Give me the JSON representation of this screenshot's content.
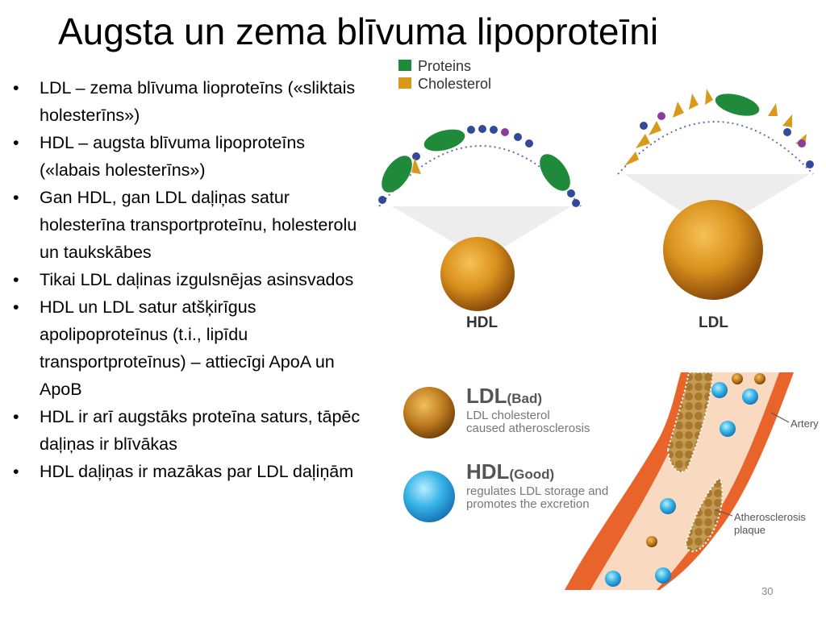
{
  "slide": {
    "title": "Augsta un zema blīvuma lipoproteīni",
    "bullets": [
      "LDL – zema blīvuma lioproteīns («sliktais holesterīns»)",
      "HDL – augsta blīvuma lipoproteīns («labais holesterīns»)",
      "Gan HDL, gan LDL daļiņas satur holesterīna transportproteīnu, holesterolu un taukskābes",
      "Tikai LDL daļinas izgulsnējas asinsvados",
      "HDL un LDL satur atšķirīgus apolipoproteīnus (t.i., lipīdu transportproteīnus) – attiecīgi ApoA un ApoB",
      "HDL ir arī augstāks proteīna saturs, tāpēc daļiņas ir blīvākas",
      "HDL daļiņas ir mazākas par LDL daļiņām"
    ],
    "page_number": "30"
  },
  "figure_lipoprotein": {
    "legend": [
      {
        "label": "Proteins",
        "color": "#1e8a3a"
      },
      {
        "label": "Cholesterol",
        "color": "#d99a1c"
      }
    ],
    "hdl_label": "HDL",
    "ldl_label": "LDL"
  },
  "figure_artery": {
    "ldl_heading": "LDL",
    "ldl_tag": "(Bad)",
    "ldl_desc_1": "LDL cholesterol",
    "ldl_desc_2": "caused atherosclerosis",
    "hdl_heading": "HDL",
    "hdl_tag": "(Good)",
    "hdl_desc_1": "regulates LDL storage and",
    "hdl_desc_2": "promotes the excretion",
    "artery_label": "Artery",
    "plaque_label_1": "Atherosclerosis",
    "plaque_label_2": "plaque"
  },
  "colors": {
    "protein": "#1e8a3a",
    "cholesterol": "#d99a1c",
    "ldl_particle": "#b9761c",
    "hdl_particle": "#35b3e6",
    "artery_wall": "#e8642a"
  }
}
